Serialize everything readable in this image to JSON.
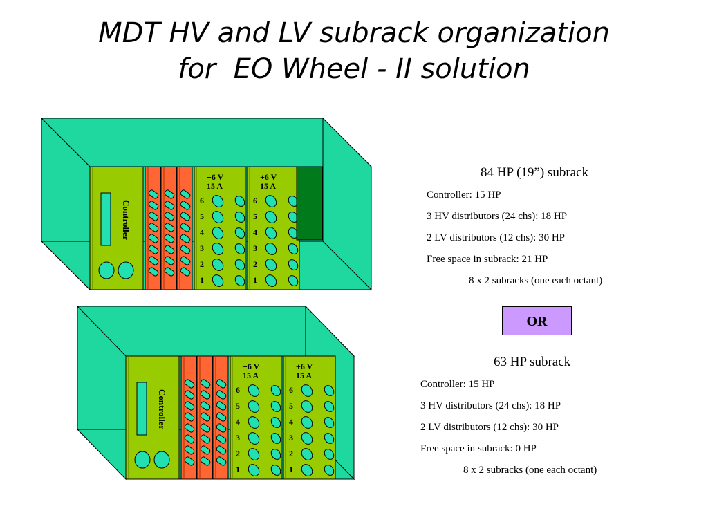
{
  "title": {
    "line1": "MDT HV and LV subrack organization",
    "line2": "for  EO Wheel - II solution"
  },
  "colors": {
    "rack_green": "#1ed8a0",
    "board_green": "#99cc00",
    "distributor_orange": "#ff6633",
    "dark_green": "#007a1a",
    "connector_teal": "#22e0b0",
    "or_purple": "#cc99ff"
  },
  "subrack_84": {
    "heading": "84 HP (19”) subrack",
    "lines": [
      "Controller: 15 HP",
      "3 HV distributors (24 chs): 18 HP",
      "2 LV distributors (12 chs): 30 HP",
      "Free space in subrack: 21 HP"
    ],
    "summary": "8 x 2 subracks (one each octant)",
    "controller_label": "Controller",
    "lv_modules": [
      {
        "voltage": "+6 V",
        "current": "15 A",
        "channels": [
          "6",
          "5",
          "4",
          "3",
          "2",
          "1"
        ]
      },
      {
        "voltage": "+6 V",
        "current": "15 A",
        "channels": [
          "6",
          "5",
          "4",
          "3",
          "2",
          "1"
        ]
      }
    ]
  },
  "or_label": "OR",
  "subrack_63": {
    "heading": "63 HP subrack",
    "lines": [
      "Controller: 15 HP",
      "3 HV distributors (24 chs): 18 HP",
      "2 LV distributors (12 chs): 30 HP",
      "Free space in subrack: 0 HP"
    ],
    "summary": "8 x 2 subracks (one each octant)",
    "controller_label": "Controller",
    "lv_modules": [
      {
        "voltage": "+6 V",
        "current": "15 A",
        "channels": [
          "6",
          "5",
          "4",
          "3",
          "2",
          "1"
        ]
      },
      {
        "voltage": "+6 V",
        "current": "15 A",
        "channels": [
          "6",
          "5",
          "4",
          "3",
          "2",
          "1"
        ]
      }
    ]
  }
}
